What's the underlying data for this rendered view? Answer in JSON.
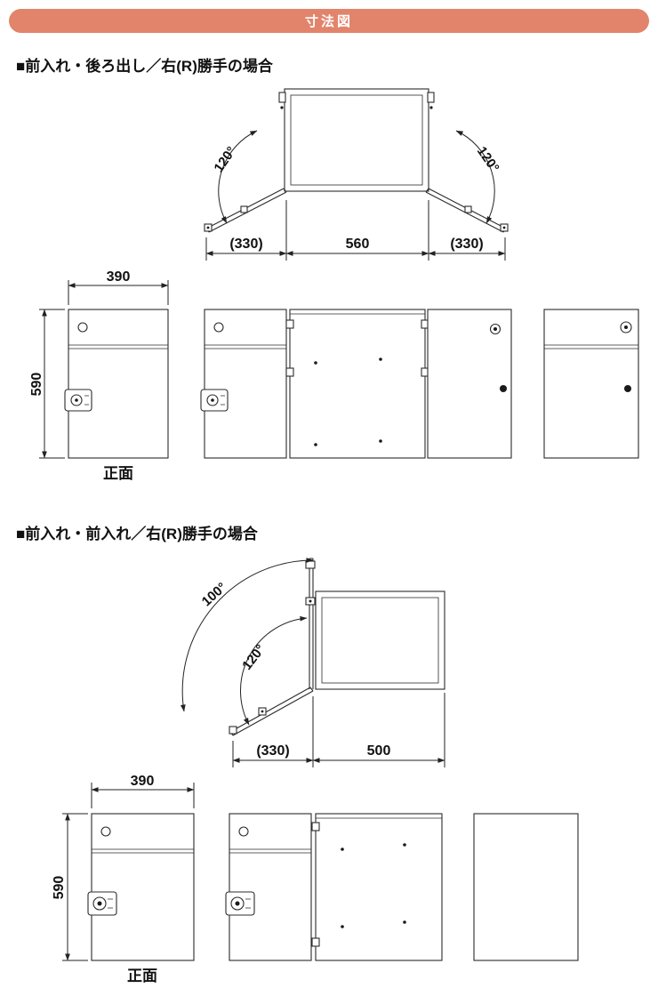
{
  "header": {
    "title": "寸法図"
  },
  "colors": {
    "title_bar": "#E2846B",
    "line": "#2b2b2b"
  },
  "section1": {
    "heading": "■前入れ・後ろ出し／右(R)勝手の場合",
    "top_view": {
      "angle_left": "120°",
      "angle_right": "120°",
      "dim_left": "(330)",
      "dim_center": "560",
      "dim_right": "(330)"
    },
    "front_view": {
      "width": "390",
      "height": "590",
      "caption": "正面"
    }
  },
  "section2": {
    "heading": "■前入れ・前入れ／右(R)勝手の場合",
    "top_view": {
      "angle_outer": "100°",
      "angle_inner": "120°",
      "dim_left": "(330)",
      "dim_right": "500"
    },
    "front_view": {
      "width": "390",
      "height": "590",
      "caption": "正面"
    }
  }
}
